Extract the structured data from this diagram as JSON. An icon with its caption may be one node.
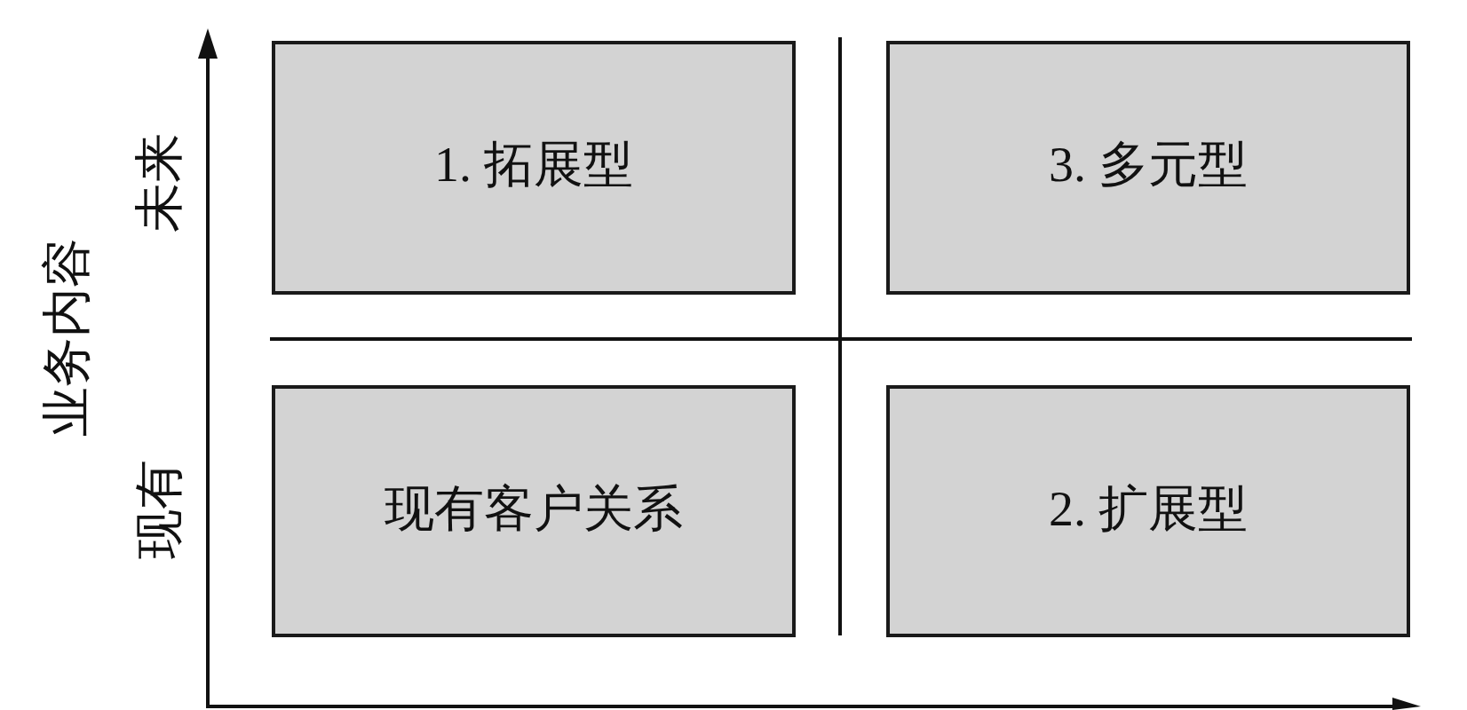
{
  "diagram": {
    "nodes": [
      {
        "text": [
          "1. 拓展型"
        ]
      },
      {
        "text": [
          "3. 多元型"
        ]
      },
      {
        "text": [
          "现有客户关系"
        ]
      },
      {
        "text": [
          "2. 扩展型"
        ]
      }
    ],
    "labels": [
      "业务内容",
      "未来",
      "现有"
    ]
  }
}
